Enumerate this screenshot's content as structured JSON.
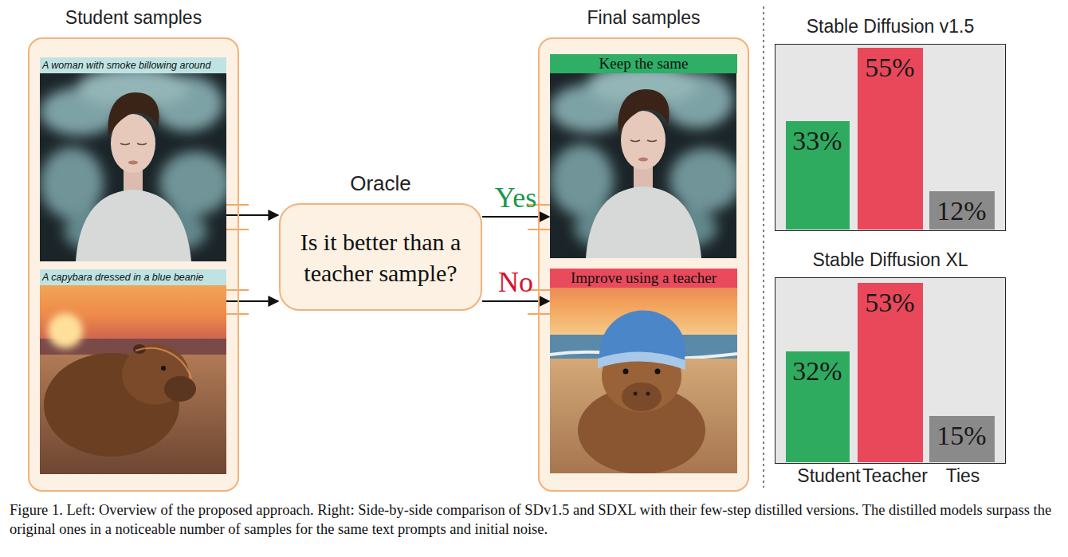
{
  "diagram": {
    "caption": "Figure 1. Left: Overview of the proposed approach. Right: Side-by-side comparison of SDv1.5 and SDXL with their few-step distilled versions. The distilled models surpass the original ones in a noticeable number of samples for the same text prompts and initial noise.",
    "nodes": [
      {
        "text": [
          "Student samples"
        ]
      },
      {
        "text": [
          "A woman with smoke billowing around"
        ],
        "in": 0
      },
      {
        "text": [
          "A capybara dressed in a blue beanie"
        ],
        "in": 0
      },
      {
        "text": [
          "Oracle",
          "Is it better than a teacher sample?"
        ]
      },
      {
        "text": [
          "Final samples"
        ]
      },
      {
        "text": [
          "Keep the same"
        ],
        "in": 4
      },
      {
        "text": [
          "Improve using a teacher"
        ],
        "in": 4
      },
      {
        "text": [
          "Stable Diffusion v1.5"
        ]
      },
      {
        "text": [
          "33%"
        ],
        "in": 7
      },
      {
        "text": [
          "55%"
        ],
        "in": 7
      },
      {
        "text": [
          "12%"
        ],
        "in": 7
      },
      {
        "text": [
          "Stable Diffusion XL"
        ]
      },
      {
        "text": [
          "32%"
        ],
        "in": 11
      },
      {
        "text": [
          "53%"
        ],
        "in": 11
      },
      {
        "text": [
          "15%"
        ],
        "in": 11
      }
    ],
    "edges": [
      {
        "from": 1,
        "to": 3,
        "arrow": "to"
      },
      {
        "from": 2,
        "to": 3,
        "arrow": "to"
      },
      {
        "from": 3,
        "to": 5,
        "label": "Yes",
        "arrow": "to"
      },
      {
        "from": 3,
        "to": 6,
        "label": "No",
        "arrow": "to"
      }
    ],
    "labels": [
      "Student",
      "Teacher",
      "Ties"
    ]
  }
}
